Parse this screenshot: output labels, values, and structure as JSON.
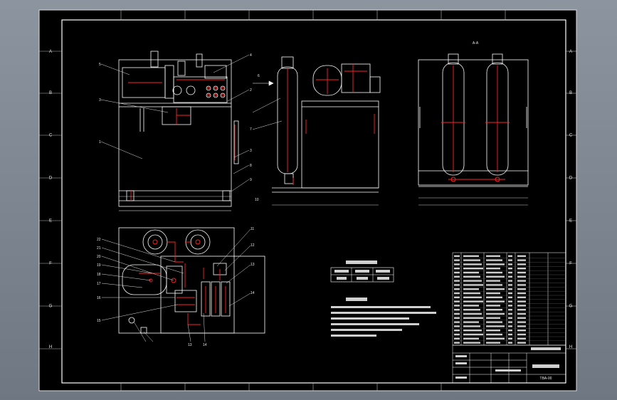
{
  "drawing": {
    "frame_zones": {
      "rows": [
        "A",
        "B",
        "C",
        "D",
        "E",
        "F",
        "G",
        "H"
      ]
    },
    "top_views": {
      "section_label": "A-A",
      "balloons_left": [
        "5",
        "3",
        "1"
      ],
      "balloons_right": [
        "4",
        "2",
        "3",
        "8",
        "9",
        "10"
      ],
      "balloons_side": [
        "6",
        "7"
      ]
    },
    "bottom_view": {
      "balloons_left": [
        "22",
        "21",
        "20",
        "19",
        "18",
        "17",
        "16",
        "15"
      ],
      "balloons_right": [
        "11",
        "12",
        "13",
        "14"
      ],
      "balloons_bottom": [
        "13",
        "14"
      ]
    },
    "title_block": {
      "drawing_no": "TBA-00"
    }
  },
  "colors": {
    "paper": "#000000",
    "line": "#ffffff",
    "part": "#ff2222",
    "outer": "#7d8591"
  }
}
